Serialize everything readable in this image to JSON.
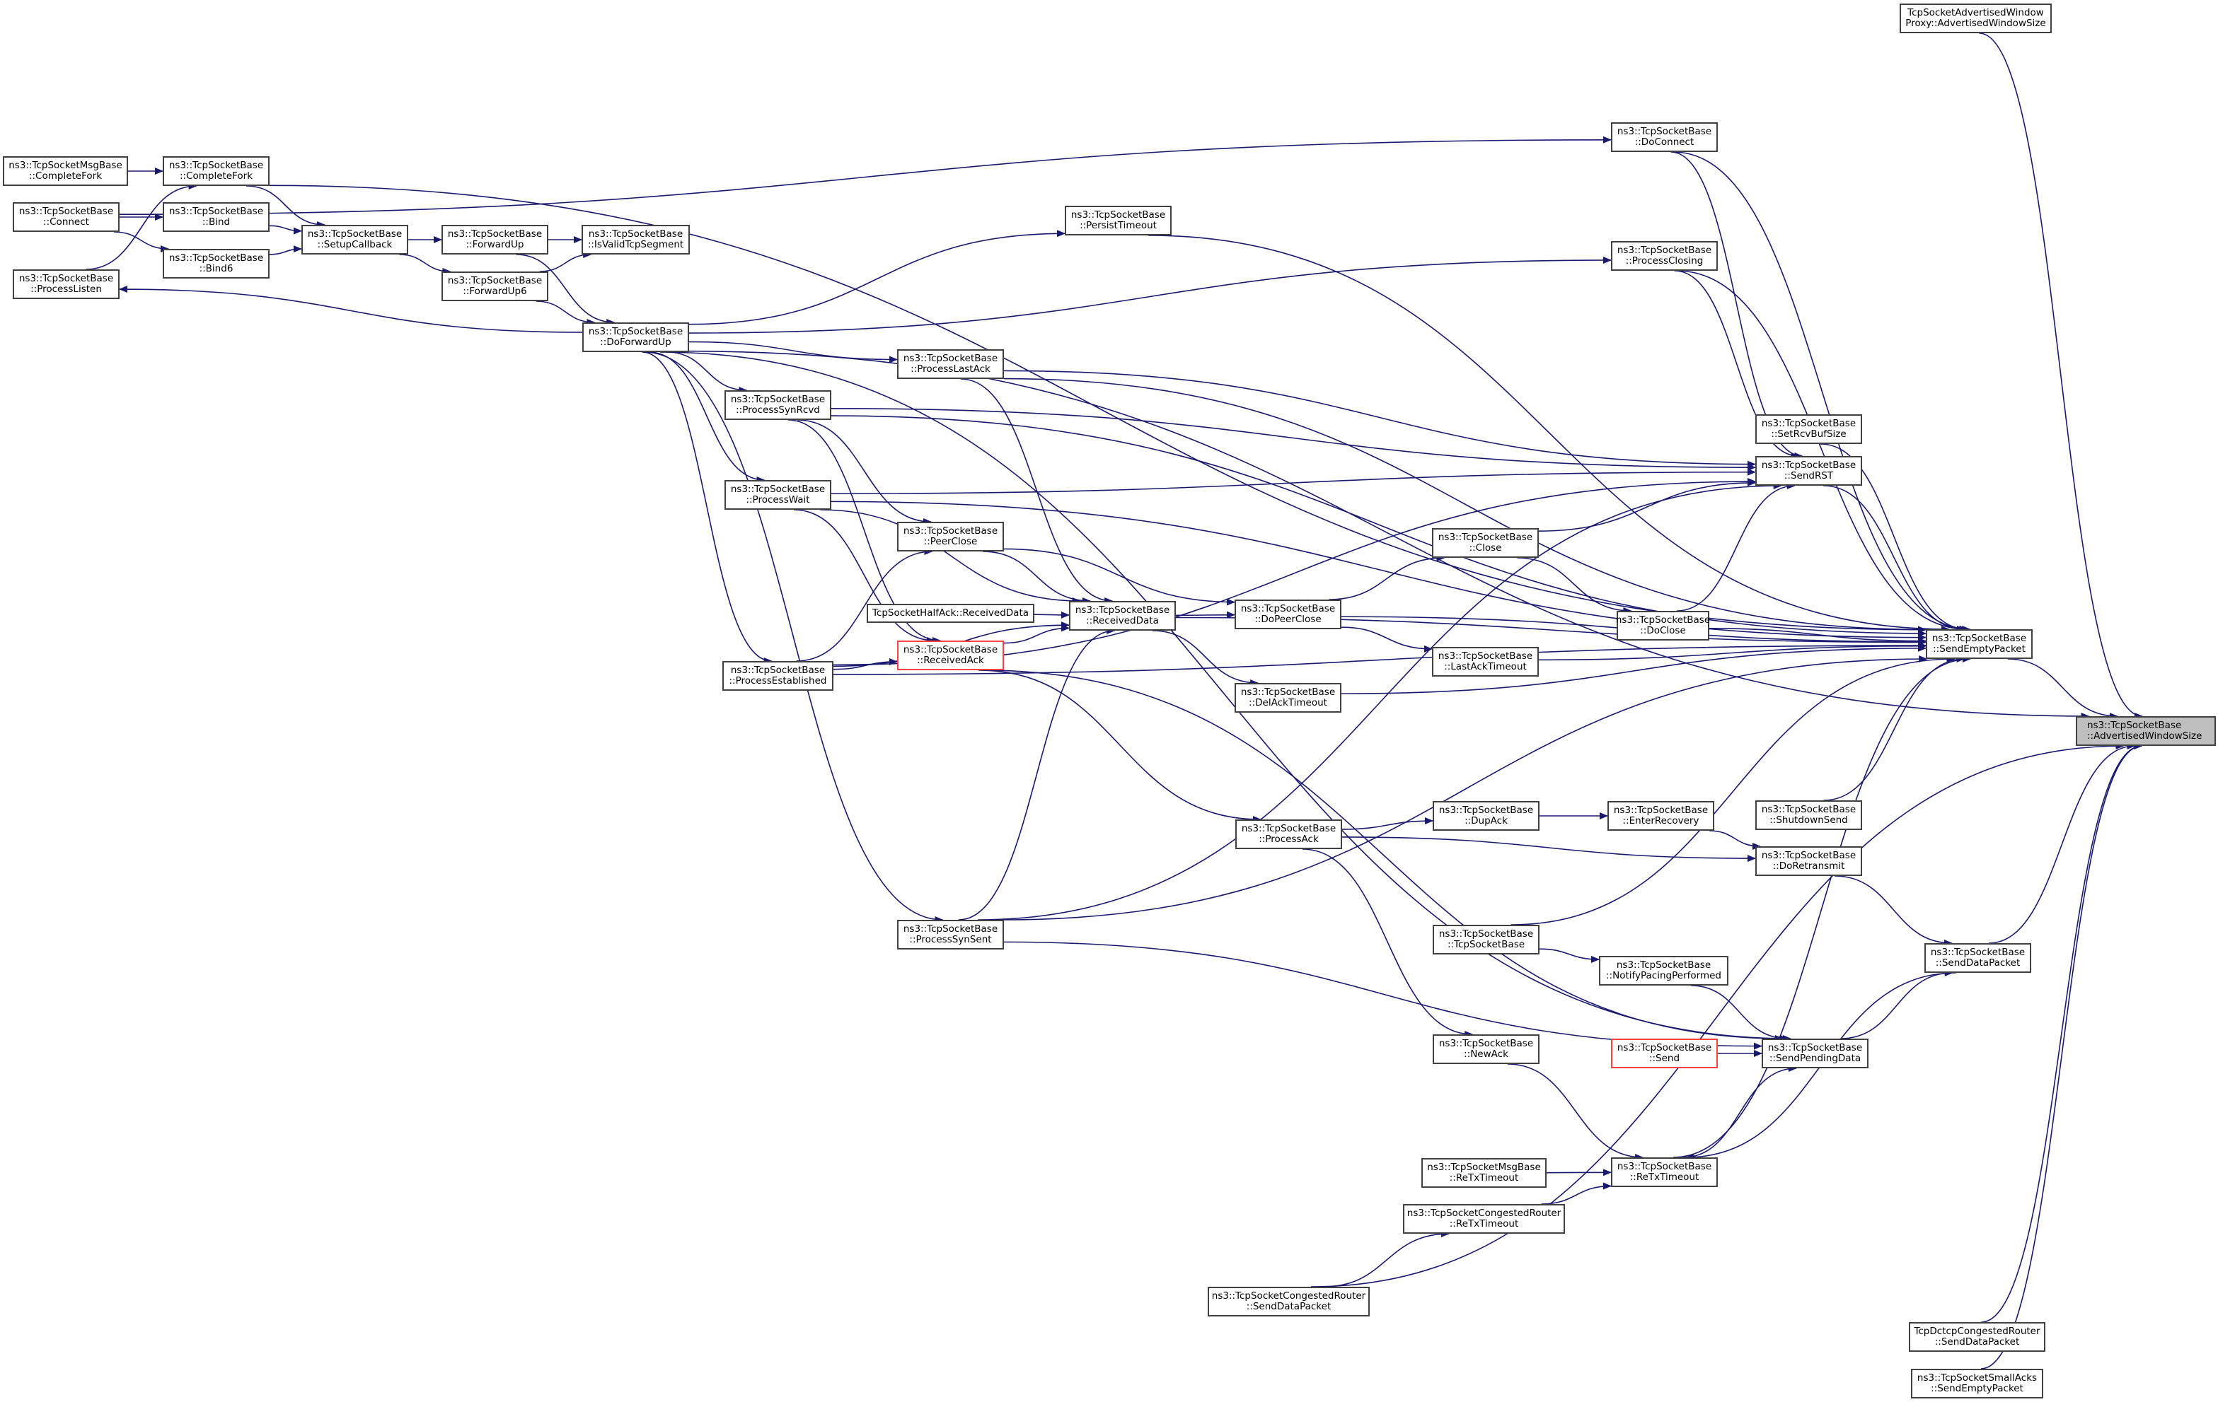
{
  "graph": {
    "type": "caller-graph",
    "focus_node": "AdvertisedWindowSize",
    "edge_color": "#191970",
    "highlight_border_color": "#ff4040",
    "focus_fill_color": "#bfbfbf",
    "nodes": {
      "MsgCompleteFork": [
        "ns3::TcpSocketMsgBase",
        "::CompleteFork"
      ],
      "Connect": [
        "ns3::TcpSocketBase",
        "::Connect"
      ],
      "ProcessListen": [
        "ns3::TcpSocketBase",
        "::ProcessListen"
      ],
      "CompleteFork": [
        "ns3::TcpSocketBase",
        "::CompleteFork"
      ],
      "Bind": [
        "ns3::TcpSocketBase",
        "::Bind"
      ],
      "Bind6": [
        "ns3::TcpSocketBase",
        "::Bind6"
      ],
      "SetupCallback": [
        "ns3::TcpSocketBase",
        "::SetupCallback"
      ],
      "ForwardUp": [
        "ns3::TcpSocketBase",
        "::ForwardUp"
      ],
      "ForwardUp6": [
        "ns3::TcpSocketBase",
        "::ForwardUp6"
      ],
      "IsValidTcpSegment": [
        "ns3::TcpSocketBase",
        "::IsValidTcpSegment"
      ],
      "DoForwardUp": [
        "ns3::TcpSocketBase",
        "::DoForwardUp"
      ],
      "ProcessSynRcvd": [
        "ns3::TcpSocketBase",
        "::ProcessSynRcvd"
      ],
      "ProcessWait": [
        "ns3::TcpSocketBase",
        "::ProcessWait"
      ],
      "ProcessEstablished": [
        "ns3::TcpSocketBase",
        "::ProcessEstablished"
      ],
      "ProcessSynSent": [
        "ns3::TcpSocketBase",
        "::ProcessSynSent"
      ],
      "PersistTimeout": [
        "ns3::TcpSocketBase",
        "::PersistTimeout"
      ],
      "ProcessLastAck": [
        "ns3::TcpSocketBase",
        "::ProcessLastAck"
      ],
      "PeerClose": [
        "ns3::TcpSocketBase",
        "::PeerClose"
      ],
      "HalfAckReceivedData": [
        "TcpSocketHalfAck::ReceivedData"
      ],
      "ReceivedAck": [
        "ns3::TcpSocketBase",
        "::ReceivedAck"
      ],
      "ReceivedData": [
        "ns3::TcpSocketBase",
        "::ReceivedData"
      ],
      "DoPeerClose": [
        "ns3::TcpSocketBase",
        "::DoPeerClose"
      ],
      "DelAckTimeout": [
        "ns3::TcpSocketBase",
        "::DelAckTimeout"
      ],
      "ProcessAck": [
        "ns3::TcpSocketBase",
        "::ProcessAck"
      ],
      "NewAck": [
        "ns3::TcpSocketBase",
        "::NewAck"
      ],
      "MsgReTxTimeout": [
        "ns3::TcpSocketMsgBase",
        "::ReTxTimeout"
      ],
      "CongReTxTimeout": [
        "ns3::TcpSocketCongestedRouter",
        "::ReTxTimeout"
      ],
      "CongSendDataPacket": [
        "ns3::TcpSocketCongestedRouter",
        "::SendDataPacket"
      ],
      "Close": [
        "ns3::TcpSocketBase",
        "::Close"
      ],
      "LastAckTimeout": [
        "ns3::TcpSocketBase",
        "::LastAckTimeout"
      ],
      "DupAck": [
        "ns3::TcpSocketBase",
        "::DupAck"
      ],
      "TcpSocketBaseCtor": [
        "ns3::TcpSocketBase",
        "::TcpSocketBase"
      ],
      "DoConnect": [
        "ns3::TcpSocketBase",
        "::DoConnect"
      ],
      "ProcessClosing": [
        "ns3::TcpSocketBase",
        "::ProcessClosing"
      ],
      "DoClose": [
        "ns3::TcpSocketBase",
        "::DoClose"
      ],
      "EnterRecovery": [
        "ns3::TcpSocketBase",
        "::EnterRecovery"
      ],
      "NotifyPacingPerformed": [
        "ns3::TcpSocketBase",
        "::NotifyPacingPerformed"
      ],
      "Send": [
        "ns3::TcpSocketBase",
        "::Send"
      ],
      "ReTxTimeout": [
        "ns3::TcpSocketBase",
        "::ReTxTimeout"
      ],
      "SetRcvBufSize": [
        "ns3::TcpSocketBase",
        "::SetRcvBufSize"
      ],
      "SendRST": [
        "ns3::TcpSocketBase",
        "::SendRST"
      ],
      "ShutdownSend": [
        "ns3::TcpSocketBase",
        "::ShutdownSend"
      ],
      "DoRetransmit": [
        "ns3::TcpSocketBase",
        "::DoRetransmit"
      ],
      "SendPendingData": [
        "ns3::TcpSocketBase",
        "::SendPendingData"
      ],
      "SendEmptyPacket": [
        "ns3::TcpSocketBase",
        "::SendEmptyPacket"
      ],
      "SendDataPacket": [
        "ns3::TcpSocketBase",
        "::SendDataPacket"
      ],
      "ProxyAdvertisedWindowSize": [
        "TcpSocketAdvertisedWindow",
        "Proxy::AdvertisedWindowSize"
      ],
      "DctcpSendDataPacket": [
        "TcpDctcpCongestedRouter",
        "::SendDataPacket"
      ],
      "SmallAcksSendEmptyPacket": [
        "ns3::TcpSocketSmallAcks",
        "::SendEmptyPacket"
      ],
      "AdvertisedWindowSize": [
        "ns3::TcpSocketBase",
        "::AdvertisedWindowSize"
      ]
    },
    "edges": [
      [
        "MsgCompleteFork",
        "CompleteFork"
      ],
      [
        "Connect",
        "Bind"
      ],
      [
        "Connect",
        "Bind6"
      ],
      [
        "ProcessListen",
        "CompleteFork"
      ],
      [
        "CompleteFork",
        "SetupCallback"
      ],
      [
        "Bind",
        "SetupCallback"
      ],
      [
        "Bind6",
        "SetupCallback"
      ],
      [
        "SetupCallback",
        "ForwardUp"
      ],
      [
        "SetupCallback",
        "ForwardUp6"
      ],
      [
        "ForwardUp",
        "IsValidTcpSegment"
      ],
      [
        "ForwardUp6",
        "IsValidTcpSegment"
      ],
      [
        "ForwardUp",
        "DoForwardUp"
      ],
      [
        "ForwardUp6",
        "DoForwardUp"
      ],
      [
        "DoForwardUp",
        "ProcessListen"
      ],
      [
        "DoForwardUp",
        "ProcessSynRcvd"
      ],
      [
        "DoForwardUp",
        "ProcessWait"
      ],
      [
        "DoForwardUp",
        "ProcessEstablished"
      ],
      [
        "DoForwardUp",
        "ProcessSynSent"
      ],
      [
        "DoForwardUp",
        "PersistTimeout"
      ],
      [
        "DoForwardUp",
        "ProcessLastAck"
      ],
      [
        "DoForwardUp",
        "ProcessClosing"
      ],
      [
        "Connect",
        "DoConnect"
      ],
      [
        "ProcessSynRcvd",
        "PeerClose"
      ],
      [
        "ProcessSynRcvd",
        "ReceivedAck"
      ],
      [
        "ProcessWait",
        "ReceivedAck"
      ],
      [
        "ProcessWait",
        "ReceivedData"
      ],
      [
        "ProcessEstablished",
        "PeerClose"
      ],
      [
        "ProcessEstablished",
        "ReceivedAck"
      ],
      [
        "ProcessEstablished",
        "ReceivedData"
      ],
      [
        "ProcessLastAck",
        "ReceivedData"
      ],
      [
        "PeerClose",
        "ReceivedData"
      ],
      [
        "PeerClose",
        "DoPeerClose"
      ],
      [
        "HalfAckReceivedData",
        "ReceivedData"
      ],
      [
        "ReceivedAck",
        "ReceivedData"
      ],
      [
        "ProcessSynSent",
        "ReceivedData"
      ],
      [
        "ReceivedData",
        "DoPeerClose"
      ],
      [
        "ReceivedData",
        "DelAckTimeout"
      ],
      [
        "ReceivedAck",
        "ProcessAck"
      ],
      [
        "ProcessAck",
        "DupAck"
      ],
      [
        "ProcessAck",
        "DoRetransmit"
      ],
      [
        "ProcessAck",
        "NewAck"
      ],
      [
        "DupAck",
        "EnterRecovery"
      ],
      [
        "EnterRecovery",
        "DoRetransmit"
      ],
      [
        "DoPeerClose",
        "Close"
      ],
      [
        "DoPeerClose",
        "LastAckTimeout"
      ],
      [
        "Close",
        "DoClose"
      ],
      [
        "Close",
        "SendRST"
      ],
      [
        "DoClose",
        "SendRST"
      ],
      [
        "DoConnect",
        "SendRST"
      ],
      [
        "ProcessClosing",
        "SendRST"
      ],
      [
        "ProcessLastAck",
        "SendRST"
      ],
      [
        "ProcessSynRcvd",
        "SendRST"
      ],
      [
        "ProcessWait",
        "SendRST"
      ],
      [
        "ProcessEstablished",
        "SendRST"
      ],
      [
        "ProcessSynSent",
        "SendRST"
      ],
      [
        "TcpSocketBaseCtor",
        "NotifyPacingPerformed"
      ],
      [
        "NotifyPacingPerformed",
        "SendPendingData"
      ],
      [
        "Send",
        "SendPendingData"
      ],
      [
        "ReceivedAck",
        "SendPendingData"
      ],
      [
        "ProcessSynSent",
        "SendPendingData"
      ],
      [
        "DoForwardUp",
        "SendPendingData"
      ],
      [
        "ReTxTimeout",
        "SendPendingData"
      ],
      [
        "NewAck",
        "ReTxTimeout"
      ],
      [
        "MsgReTxTimeout",
        "ReTxTimeout"
      ],
      [
        "CongReTxTimeout",
        "ReTxTimeout"
      ],
      [
        "CongSendDataPacket",
        "CongReTxTimeout"
      ],
      [
        "SendDataPacket",
        "ReTxTimeout"
      ],
      [
        "DoRetransmit",
        "SendDataPacket"
      ],
      [
        "SendPendingData",
        "SendDataPacket"
      ],
      [
        "SendRST",
        "SendEmptyPacket"
      ],
      [
        "SetRcvBufSize",
        "SendEmptyPacket"
      ],
      [
        "ShutdownSend",
        "SendEmptyPacket"
      ],
      [
        "DoConnect",
        "SendEmptyPacket"
      ],
      [
        "ProcessClosing",
        "SendEmptyPacket"
      ],
      [
        "ProcessLastAck",
        "SendEmptyPacket"
      ],
      [
        "ProcessSynRcvd",
        "SendEmptyPacket"
      ],
      [
        "ProcessWait",
        "SendEmptyPacket"
      ],
      [
        "DoClose",
        "SendEmptyPacket"
      ],
      [
        "DoPeerClose",
        "SendEmptyPacket"
      ],
      [
        "LastAckTimeout",
        "SendEmptyPacket"
      ],
      [
        "DelAckTimeout",
        "SendEmptyPacket"
      ],
      [
        "ReceivedData",
        "SendEmptyPacket"
      ],
      [
        "ProcessEstablished",
        "SendEmptyPacket"
      ],
      [
        "ProcessSynSent",
        "SendEmptyPacket"
      ],
      [
        "TcpSocketBaseCtor",
        "SendEmptyPacket"
      ],
      [
        "ReTxTimeout",
        "SendEmptyPacket"
      ],
      [
        "PersistTimeout",
        "SendEmptyPacket"
      ],
      [
        "CompleteFork",
        "SendEmptyPacket"
      ],
      [
        "SendEmptyPacket",
        "AdvertisedWindowSize"
      ],
      [
        "SendDataPacket",
        "AdvertisedWindowSize"
      ],
      [
        "ProxyAdvertisedWindowSize",
        "AdvertisedWindowSize"
      ],
      [
        "DctcpSendDataPacket",
        "AdvertisedWindowSize"
      ],
      [
        "SmallAcksSendEmptyPacket",
        "AdvertisedWindowSize"
      ],
      [
        "CongSendDataPacket",
        "AdvertisedWindowSize"
      ],
      [
        "DoForwardUp",
        "AdvertisedWindowSize"
      ]
    ]
  }
}
